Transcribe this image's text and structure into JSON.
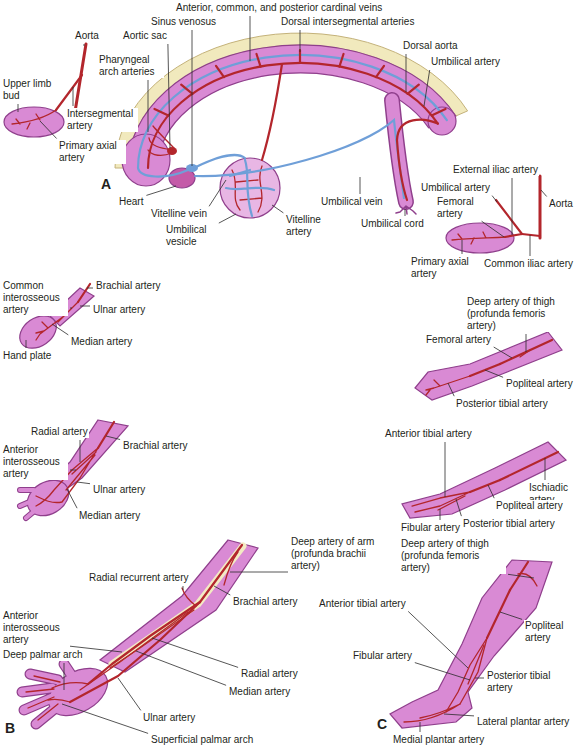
{
  "diagram": {
    "labels": [
      "Anterior, common, and posterior cardinal veins",
      "Sinus venosus",
      "Dorsal intersegmental arteries",
      "Aortic sac",
      "Dorsal aorta",
      "Pharyngeal arch arteries",
      "Umbilical artery",
      "A",
      "Heart",
      "Vitelline vein",
      "Umbilical vesicle",
      "Umbilical vein",
      "Umbilical cord",
      "Vitelline artery",
      "Aorta",
      "Upper limb bud",
      "Intersegmental artery",
      "Primary axial artery",
      "External iliac artery",
      "Umbilical artery",
      "Aorta",
      "Femoral artery",
      "Common iliac artery",
      "Primary axial artery",
      "Common interosseous artery",
      "Brachial artery",
      "Ulnar artery",
      "Median artery",
      "Hand plate",
      "Deep artery of thigh (profunda femoris artery)",
      "Femoral artery",
      "Popliteal artery",
      "Posterior tibial artery",
      "Radial artery",
      "Brachial artery",
      "Anterior interosseous artery",
      "Ulnar artery",
      "Median artery",
      "Anterior tibial artery",
      "Ischiadic artery",
      "Popliteal artery",
      "Posterior tibial artery",
      "Fibular artery",
      "Deep artery of arm (profunda brachii artery)",
      "Radial recurrent artery",
      "Brachial artery",
      "Anterior interosseous artery",
      "Deep palmar arch",
      "Radial artery",
      "Median artery",
      "Ulnar artery",
      "B",
      "Superficial palmar arch",
      "Deep artery of thigh (profunda femoris artery)",
      "Anterior tibial artery",
      "Popliteal artery",
      "Fibular artery",
      "Posterior tibial artery",
      "C",
      "Lateral plantar artery",
      "Medial plantar artery"
    ]
  }
}
